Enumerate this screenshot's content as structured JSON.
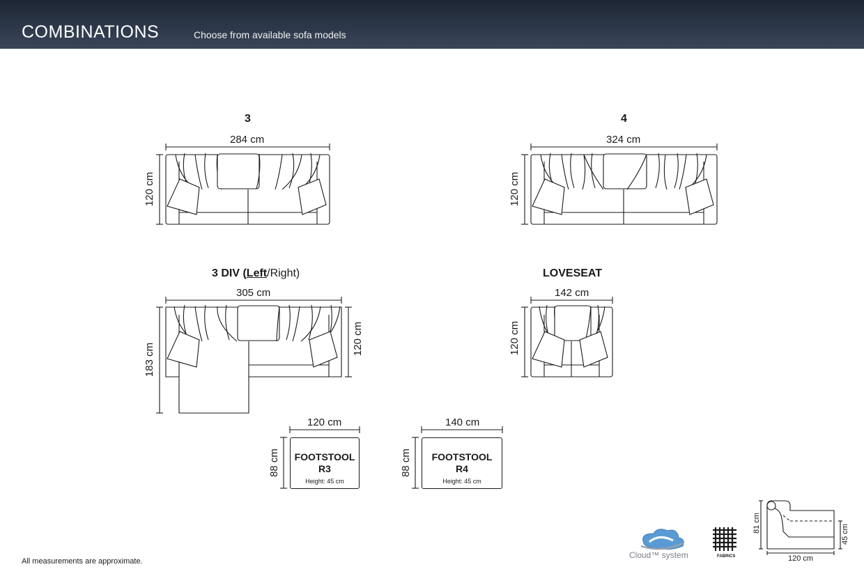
{
  "header": {
    "title": "COMBINATIONS",
    "subtitle": "Choose from available sofa models"
  },
  "models": {
    "m3": {
      "title": "3",
      "width": "284 cm",
      "depth": "120 cm"
    },
    "m4": {
      "title": "4",
      "width": "324 cm",
      "depth": "120 cm"
    },
    "m3div": {
      "title_main": "3 DIV (",
      "title_left": "Left",
      "title_right": "/Right)",
      "width": "305 cm",
      "depth_left": "183 cm",
      "depth_right": "120 cm"
    },
    "loveseat": {
      "title": "LOVESEAT",
      "width": "142 cm",
      "depth": "120 cm"
    }
  },
  "footstools": {
    "r3": {
      "name": "FOOTSTOOL",
      "code": "R3",
      "height": "Height: 45 cm",
      "width": "120 cm",
      "depth": "88 cm"
    },
    "r4": {
      "name": "FOOTSTOOL",
      "code": "R4",
      "height": "Height: 45 cm",
      "width": "140 cm",
      "depth": "88 cm"
    }
  },
  "footer": {
    "note": "All measurements are approximate.",
    "cloud_logo": "Cloud™ system",
    "cloud_icon": "cloud-swirl-icon",
    "fabrics_label": "FABRICS",
    "fabrics_icon": "fabric-weave-icon",
    "profile": {
      "height": "81 cm",
      "seat_height": "45 cm",
      "depth": "120 cm"
    }
  }
}
